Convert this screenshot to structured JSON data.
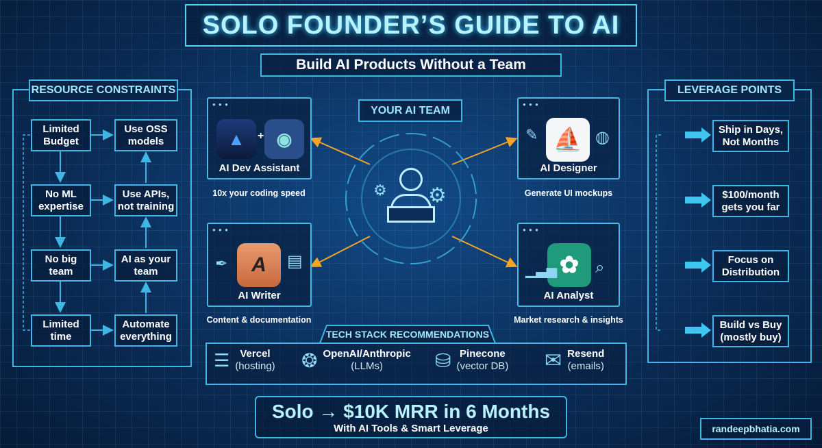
{
  "title": "SOLO FOUNDER’S GUIDE TO AI",
  "subtitle": "Build AI Products Without a Team",
  "left_panel": {
    "heading": "RESOURCE CONSTRAINTS",
    "constraints": [
      "Limited Budget",
      "No ML expertise",
      "No big team",
      "Limited time"
    ],
    "solutions": [
      "Use OSS models",
      "Use APIs, not training",
      "AI as your team",
      "Automate everything"
    ]
  },
  "center": {
    "heading": "YOUR AI TEAM",
    "cards": [
      {
        "label": "AI Dev Assistant",
        "caption": "10x your coding speed",
        "icon": "code-assistant-icons"
      },
      {
        "label": "AI Designer",
        "caption": "Generate UI mockups",
        "icon": "sailboat-palette-icon"
      },
      {
        "label": "AI Writer",
        "caption": "Content & documentation",
        "icon": "quill-writer-icon"
      },
      {
        "label": "AI Analyst",
        "caption": "Market research & insights",
        "icon": "openai-chart-icon"
      }
    ]
  },
  "right_panel": {
    "heading": "LEVERAGE POINTS",
    "items": [
      "Ship in Days, Not Months",
      "$100/month gets you far",
      "Focus on Distribution",
      "Build vs Buy (mostly buy)"
    ]
  },
  "tech_stack": {
    "heading": "TECH STACK RECOMMENDATIONS",
    "items": [
      {
        "name": "Vercel",
        "note": "(hosting)",
        "icon": "server-icon"
      },
      {
        "name": "OpenAI/Anthropic",
        "note": "(LLMs)",
        "icon": "brain-icon"
      },
      {
        "name": "Pinecone",
        "note": "(vector DB)",
        "icon": "database-icon"
      },
      {
        "name": "Resend",
        "note": "(emails)",
        "icon": "envelope-icon"
      }
    ]
  },
  "banner": {
    "headline": "Solo → $10K MRR in 6 Months",
    "tagline": "With AI Tools & Smart Leverage"
  },
  "footer": {
    "site": "randeepbhatia.com"
  },
  "colors": {
    "accent": "#3fb6e6",
    "title": "#b8f2ff",
    "arrow_orange": "#f5a524",
    "background": "#0b2d58"
  }
}
